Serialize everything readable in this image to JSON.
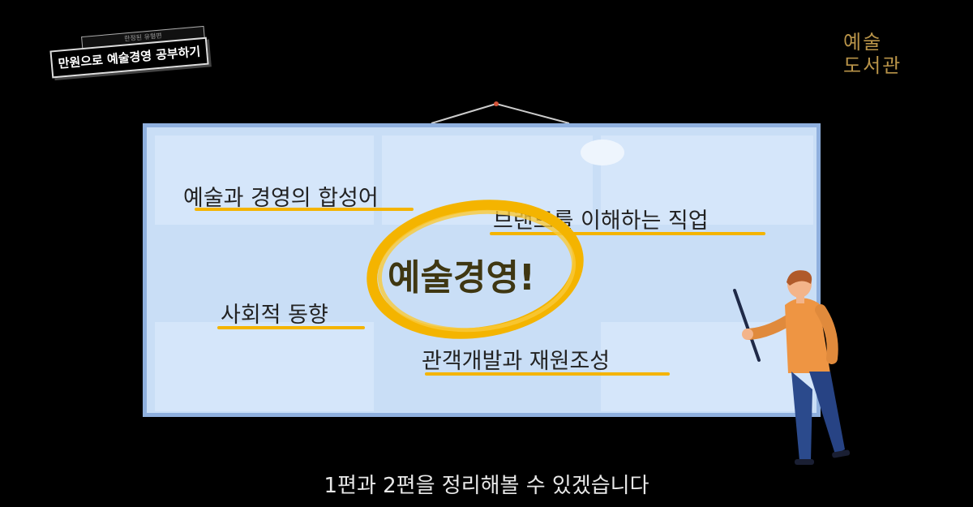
{
  "title_badge": {
    "tag": "한정된 유형편",
    "main": "만원으로 예술경영 공부하기"
  },
  "logo": {
    "line1": "예술",
    "line2": "도서관"
  },
  "board": {
    "center": "예술경영!",
    "phrases": {
      "top_left": "예술과 경영의 합성어",
      "top_right": "브랜드를 이해하는 직업",
      "mid_left": "사회적 동향",
      "bottom": "관객개발과 재원조성"
    }
  },
  "subtitle": "1편과 2편을 정리해볼 수 있겠습니다",
  "colors": {
    "accent": "#f4b400",
    "logo": "#b99449",
    "board": "#c9def6"
  },
  "icons": {
    "presenter": "presenter-illustration",
    "highlight": "circle-highlight"
  }
}
